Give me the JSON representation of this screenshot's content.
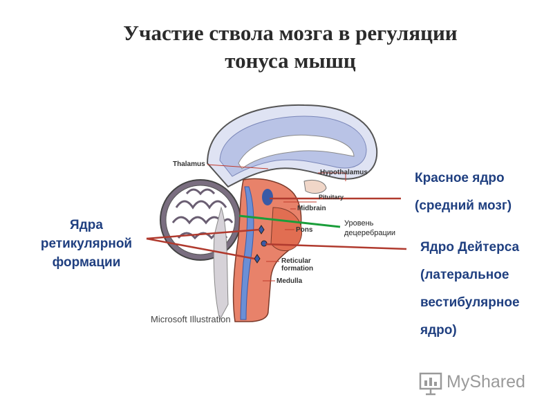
{
  "title": {
    "line1": "Участие ствола мозга в регуляции",
    "line2": "тонуса мышц"
  },
  "right_labels": {
    "red_nucleus_line1": "Красное ядро",
    "red_nucleus_line2": "(средний мозг)",
    "deiters_line1": "Ядро Дейтерса",
    "deiters_line2": "(латеральное",
    "deiters_line3": "вестибулярное",
    "deiters_line4": "ядро)"
  },
  "left_labels": {
    "line1": "Ядра",
    "line2": "ретикулярной",
    "line3": "формации"
  },
  "decerebration": {
    "line1": "Уровень",
    "line2": "децеребрации"
  },
  "anatomy_labels": {
    "thalamus": "Thalamus",
    "hypothalamus": "Hypothalamus",
    "pituitary": "Pituitary",
    "midbrain": "Midbrain",
    "pons": "Pons",
    "reticular1": "Reticular",
    "reticular2": "formation",
    "medulla": "Medulla"
  },
  "credit": "Microsoft Illustration",
  "watermark": "MyShared",
  "colors": {
    "title": "#2b2b2b",
    "label_blue": "#1f3f80",
    "pointer_red": "#b03a2e",
    "decerebration_green": "#1a9e3a",
    "brainstem_orange": "#e8826a",
    "canal_blue": "#6b8fd6",
    "cerebrum_blue": "#b9c3e6"
  }
}
